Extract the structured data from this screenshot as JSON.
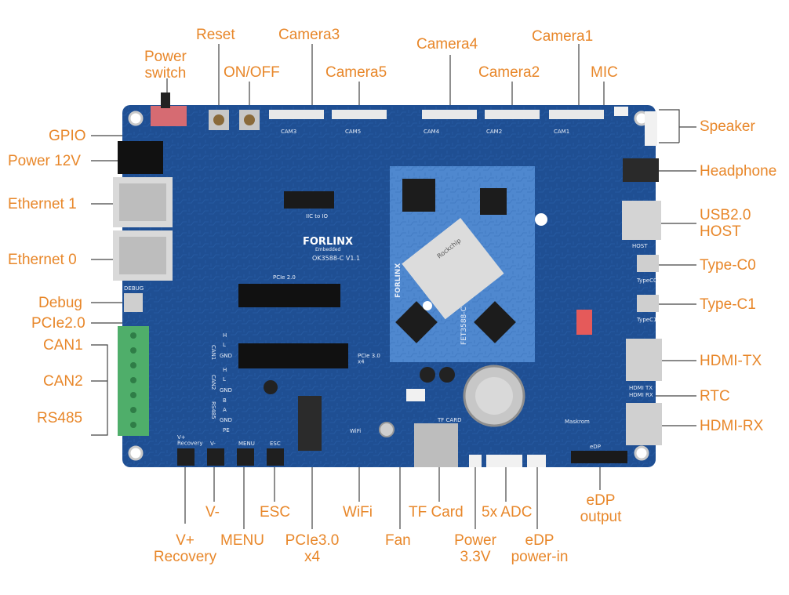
{
  "colors": {
    "label": "#e8872a",
    "board": "#1f4f93",
    "board_dark": "#163b73",
    "pcb_trace": "#2c63ad",
    "som": "#4f88cf",
    "terminal": "#4fae6a"
  },
  "labels": {
    "power_switch": "Power\nswitch",
    "reset": "Reset",
    "on_off": "ON/OFF",
    "camera3": "Camera3",
    "camera5": "Camera5",
    "camera4": "Camera4",
    "camera2": "Camera2",
    "camera1": "Camera1",
    "mic": "MIC",
    "speaker": "Speaker",
    "headphone": "Headphone",
    "usb2_host": "USB2.0\nHOST",
    "type_c0": "Type-C0",
    "type_c1": "Type-C1",
    "hdmi_tx": "HDMI-TX",
    "rtc": "RTC",
    "hdmi_rx": "HDMI-RX",
    "gpio": "GPIO",
    "power_12v": "Power 12V",
    "ethernet1": "Ethernet 1",
    "ethernet0": "Ethernet 0",
    "debug": "Debug",
    "pcie20": "PCIe2.0",
    "can1": "CAN1",
    "can2": "CAN2",
    "rs485": "RS485",
    "v_plus_recovery": "V+\nRecovery",
    "v_minus": "V-",
    "menu": "MENU",
    "esc": "ESC",
    "pcie30_x4": "PCIe3.0\nx4",
    "wifi": "WiFi",
    "fan": "Fan",
    "tf_card": "TF Card",
    "power_33v": "Power\n3.3V",
    "adc": "5x ADC",
    "edp_power_in": "eDP\npower-in",
    "edp_output": "eDP\noutput"
  },
  "silkscreen": {
    "brand": "FORLINX",
    "brand_sub": "Embedded",
    "model": "OK3588-C V1.1",
    "som_model": "FET3588-C",
    "som_brand": "FORLINX",
    "cpu_brand": "Rockchip",
    "pcie2": "PCIe 2.0",
    "pcie3": "PCIe 3.0\nx4",
    "iic": "IIC to IO",
    "debug": "DEBUG",
    "host": "HOST",
    "typec0": "TypeC0",
    "typec1": "TypeC1",
    "hdmi_tx": "HDMI TX",
    "hdmi_rx": "HDMI RX",
    "maskrom": "Maskrom",
    "tf_card": "TF CARD",
    "wifi": "WiFi",
    "edp": "eDP",
    "cam1": "CAM1",
    "cam2": "CAM2",
    "cam3": "CAM3",
    "cam4": "CAM4",
    "cam5": "CAM5",
    "can1": "CAN1",
    "can2": "CAN2",
    "rs485": "RS485",
    "can_h": "H",
    "can_l": "L",
    "can_gnd": "GND",
    "rs_b": "B",
    "rs_a": "A",
    "rs_gnd": "GND",
    "pe": "PE",
    "recovery": "V+\nRecovery",
    "vminus": "V-",
    "menu": "MENU",
    "esc": "ESC"
  }
}
